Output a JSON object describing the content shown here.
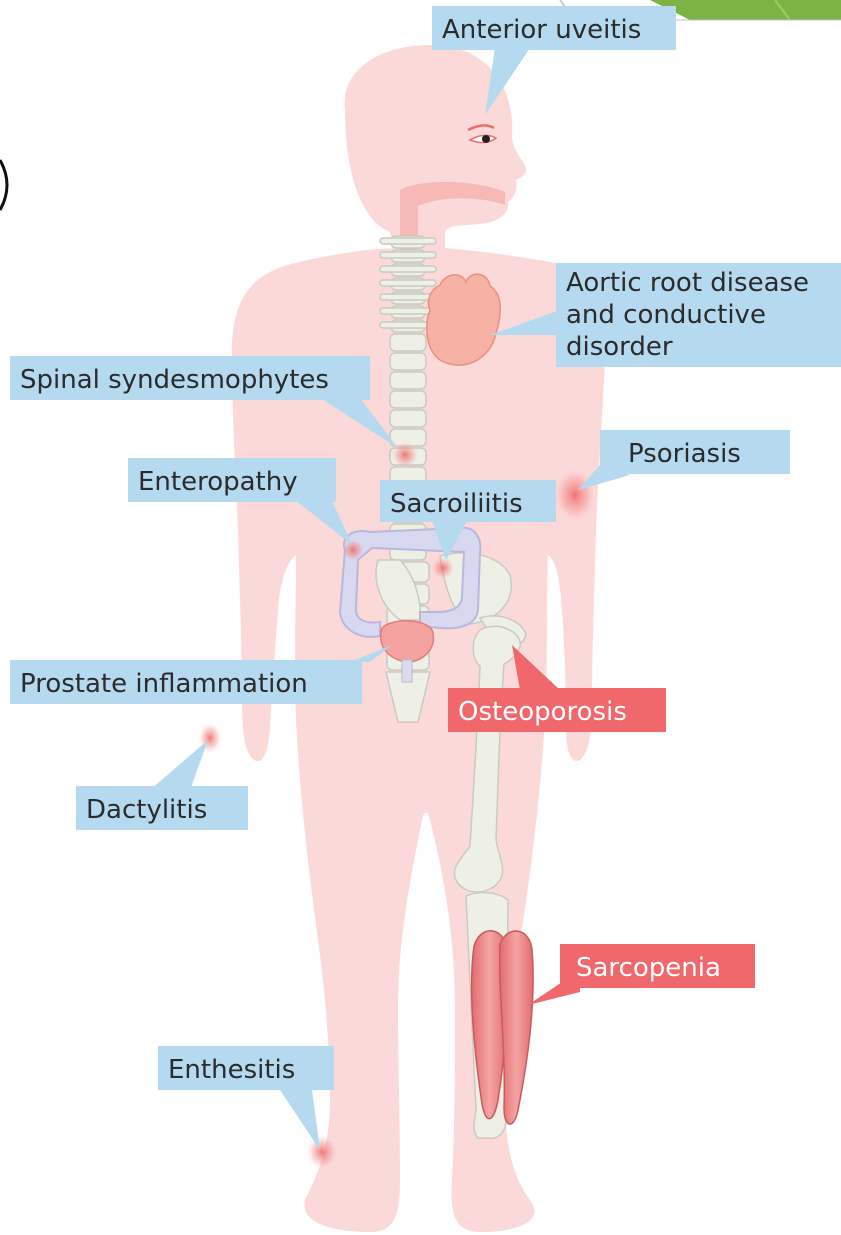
{
  "labels": {
    "anterior_uveitis": "Anterior uveitis",
    "aortic_root": [
      "Aortic root disease",
      "and conductive",
      "disorder"
    ],
    "spinal_syndesmophytes": "Spinal syndesmophytes",
    "psoriasis": "Psoriasis",
    "enteropathy": "Enteropathy",
    "sacroiliitis": "Sacroiliitis",
    "prostate_inflammation": "Prostate inflammation",
    "osteoporosis": "Osteoporosis",
    "dactylitis": "Dactylitis",
    "sarcopenia": "Sarcopenia",
    "enthesitis": "Enthesitis"
  },
  "colors": {
    "skin": "#fcd9d9",
    "callout_blue": "#b5d9ef",
    "callout_red": "#f0676c",
    "bone": "#eef0e6",
    "inflammation": "#f07a7a",
    "heart": "#f7b2a6",
    "colon": "#d8d8f0",
    "prostate": "#f5a3a0",
    "muscle": "#e8787a",
    "corner_band": "#7cb342"
  }
}
